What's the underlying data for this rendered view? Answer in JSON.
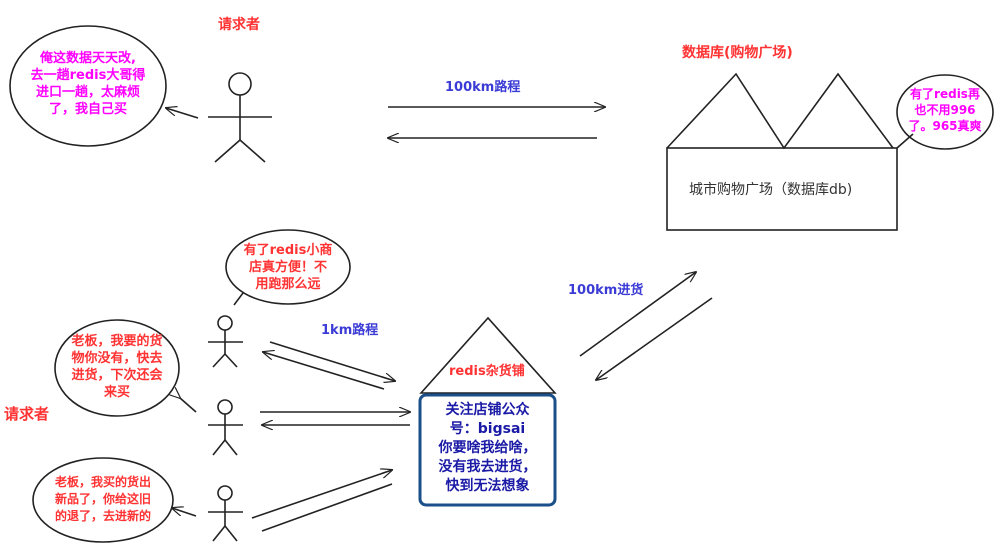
{
  "labels": {
    "requester_top": "请求者",
    "requester_left": "请求者",
    "database_title": "数据库(购物广场)",
    "route_100km": "100km路程",
    "route_1km": "1km路程",
    "restock_100km": "100km进货",
    "shop_name": "redis杂货铺",
    "mall_box": "城市购物广场（数据库db)"
  },
  "bubbles": {
    "top_requester": [
      "俺这数据天天改,",
      "去一趟redis大哥得",
      "进口一趟，太麻烦",
      "了，我自己买"
    ],
    "database": [
      "有了redis再",
      "也不用996",
      "了。965真爽"
    ],
    "redis_shop": [
      "有了redis小商",
      "店真方便！不",
      "用跑那么远"
    ],
    "boss_request": [
      "老板，我要的货",
      "物你没有，快去",
      "进货，下次还会",
      "来买"
    ],
    "boss_old": [
      "老板，我买的货出",
      "新品了，你给这旧",
      "的退了，去进新的"
    ]
  },
  "shop_notice": [
    "关注店铺公众",
    "号：bigsai",
    "你要啥我给啥，",
    "没有我去进货，",
    "快到无法想象"
  ],
  "colors": {
    "red": "#ff3333",
    "blue": "#3b3bd6",
    "magenta": "#ff00ff",
    "shop_border": "#1a4f8a"
  }
}
